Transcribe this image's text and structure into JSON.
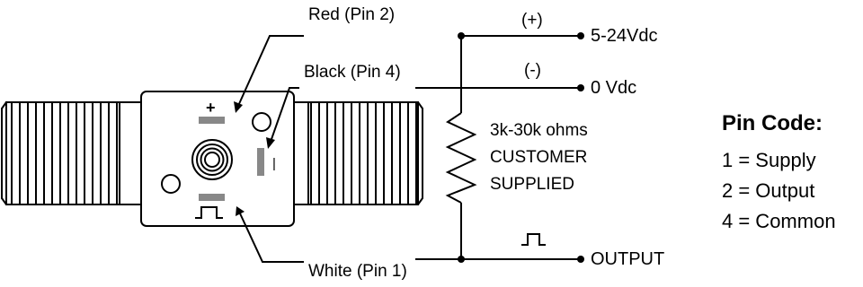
{
  "wires": {
    "red": "Red (Pin 2)",
    "black": "Black (Pin 4)",
    "white": "White (Pin 1)"
  },
  "polarity": {
    "positive": "(+)",
    "negative": "(-)"
  },
  "terminals": {
    "supply": "5-24Vdc",
    "ground": "0 Vdc",
    "output": "OUTPUT"
  },
  "resistor": {
    "value": "3k-30k ohms",
    "line2": "CUSTOMER",
    "line3": "SUPPLIED"
  },
  "connector_marks": {
    "plus": "+",
    "minus": "|"
  },
  "pin_code": {
    "title": "Pin Code:",
    "items": [
      "1 = Supply",
      "2 = Output",
      "4 = Common"
    ]
  }
}
